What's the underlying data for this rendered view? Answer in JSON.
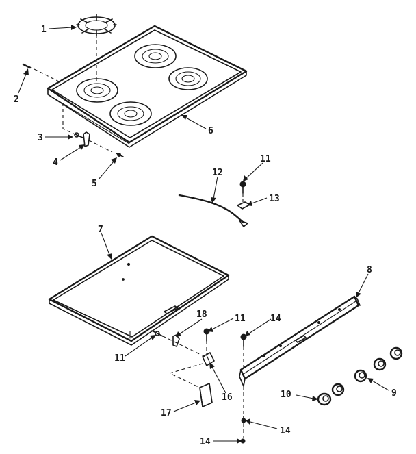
{
  "callouts": {
    "c1": "1",
    "c2": "2",
    "c3": "3",
    "c4": "4",
    "c5": "5",
    "c6": "6",
    "c7": "7",
    "c8": "8",
    "c9": "9",
    "c10": "10",
    "c11a": "11",
    "c11b": "11",
    "c11c": "11",
    "c12": "12",
    "c13": "13",
    "c14a": "14",
    "c14b": "14",
    "c14c": "14",
    "c16": "16",
    "c17": "17",
    "c18": "18"
  }
}
